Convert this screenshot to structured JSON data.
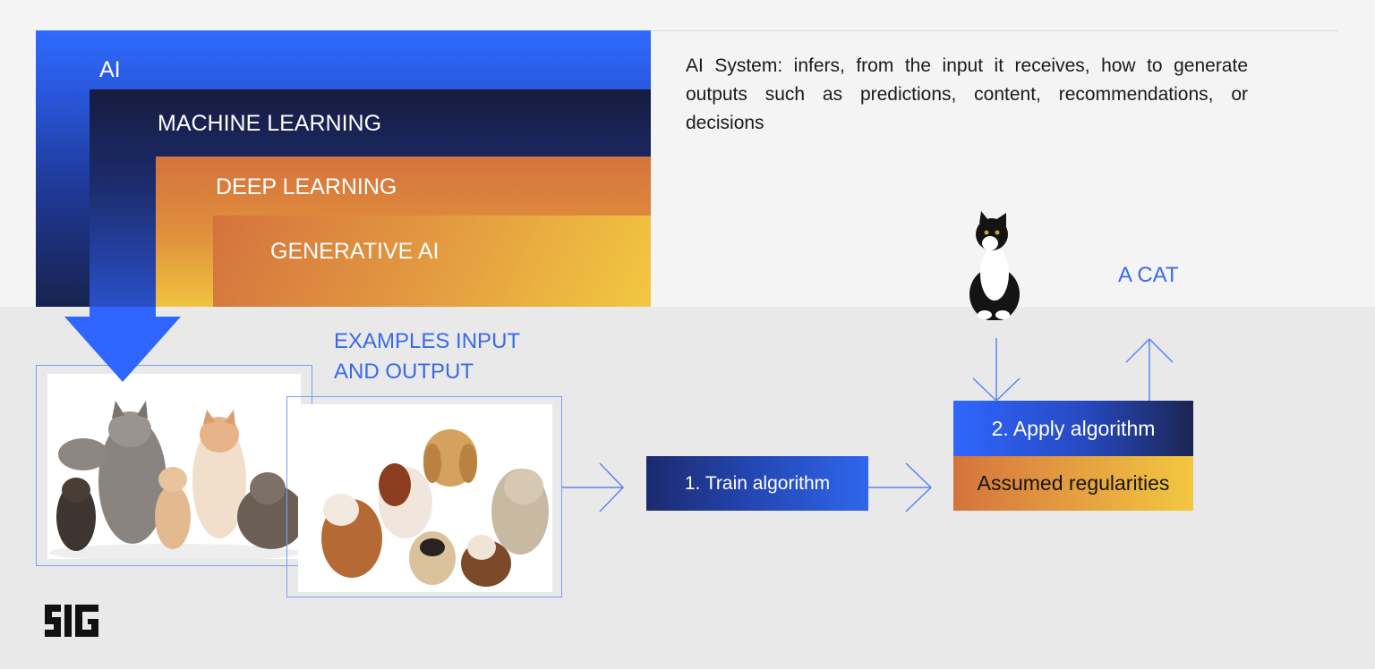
{
  "hierarchy": {
    "ai": "AI",
    "machine_learning": "MACHINE LEARNING",
    "deep_learning": "DEEP LEARNING",
    "generative_ai": "GENERATIVE AI"
  },
  "description": "AI System: infers, from the input it receives, how to generate outputs such as predictions, content, recommendations, or decisions",
  "examples_label": [
    "EXAMPLES INPUT",
    "AND OUTPUT"
  ],
  "output_label": "A CAT",
  "steps": {
    "train": "1. Train algorithm",
    "apply": "2. Apply algorithm",
    "regularities": "Assumed regularities"
  },
  "images": {
    "cats": "cats-photo-icon",
    "dogs": "dogs-photo-icon",
    "single_cat": "single-cat-photo-icon"
  },
  "logo": "SIG",
  "colors": {
    "blue": "#2f66ff",
    "navy": "#17234f",
    "orange": "#d4733d",
    "yellow": "#f2c840",
    "accent_text": "#3a6ae8"
  }
}
